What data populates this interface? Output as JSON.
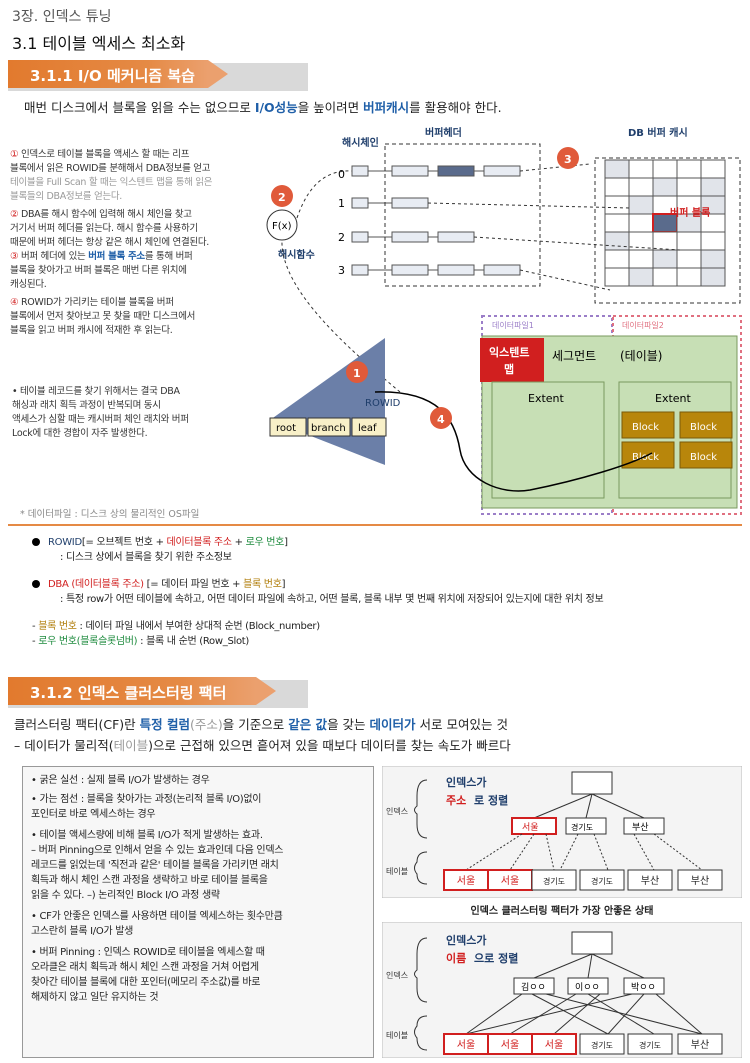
{
  "header": {
    "chapter": "3장. 인덱스 튜닝",
    "section": "3.1 테이블 엑세스 최소화"
  },
  "sec1": {
    "banner": "3.1.1 I/O 메커니즘 복습",
    "intro_a": "매번 디스크에서 블록을 읽을 수는 없으므로 ",
    "intro_b": "I/O성능",
    "intro_c": "을 높이려면 ",
    "intro_d": "버퍼캐시",
    "intro_e": "를 활용해야 한다.",
    "steps": [
      {
        "n": "①",
        "lines": [
          "인덱스로 테이블 블록을 액세스 할 때는 리프",
          "블록에서 읽은 ROWID를 분해해서 DBA정보를 얻고"
        ],
        "gray_lines": [
          "테이블을 Full Scan 할 때는 익스텐트 맵을 통해 읽은",
          "블록들의 DBA정보를 얻는다."
        ]
      },
      {
        "n": "②",
        "lines": [
          "DBA를 해시 함수에 입력해 해시 체인을 찾고",
          "거기서 버퍼 헤더를 읽는다. 해시 함수를 사용하기",
          "때문에 버퍼 헤더는 항상 같은 해시 체인에 연결된다."
        ]
      },
      {
        "n": "③",
        "pre": "버퍼 헤더에 있는 ",
        "hl": "버퍼 블록 주소",
        "post": "를 통해 버퍼",
        "lines": [
          "블록을 찾아가고 버퍼 블록은 매번 다른 위치에",
          "캐싱된다."
        ]
      },
      {
        "n": "④",
        "lines": [
          "ROWID가 가리키는 테이블 블록을 버퍼",
          "블록에서 먼저 찾아보고 못 찾을 때만 디스크에서",
          "블록을 읽고 버퍼 캐시에 적재한 후 읽는다."
        ]
      }
    ],
    "bullet": [
      "• 테이블 레코드를 찾기 위해서는 결국 DBA",
      "해싱과 래치 획득 과정이 반복되며 동시",
      "액세스가 심할 때는 캐시버퍼 체인 래치와 버퍼",
      "Lock에 대한 경합이 자주 발생한다."
    ],
    "footnote": "* 데이터파일 : 디스크 상의 물리적인 OS파일",
    "diagram": {
      "hash_chain": "해시체인",
      "buffer_header": "버퍼헤더",
      "db_buffer_cache": "DB 버퍼 캐시",
      "fx": "F(x)",
      "hash_func": "해시함수",
      "chain_nums": [
        "0",
        "1",
        "2",
        "3"
      ],
      "buffer_block": "버퍼 블록",
      "datafile1": "데이터파일1",
      "datafile2": "데이터파일2",
      "extent_map": "익스텐트\n맵",
      "segment": "세그먼트",
      "table": "(테이블)",
      "extent": "Extent",
      "block": "Block",
      "rowid": "ROWID",
      "root": "root",
      "branch": "branch",
      "leaf": "leaf",
      "badges": [
        "1",
        "2",
        "3",
        "4"
      ]
    },
    "defs": {
      "rowid_a": "ROWID",
      "rowid_b": "[= 오브젝트 번호 + ",
      "rowid_c": "데이터블록 주소",
      "rowid_d": " + ",
      "rowid_e": "로우 번호",
      "rowid_f": "]",
      "rowid_sub": ": 디스크 상에서 블록을 찾기 위한 주소정보",
      "dba_a": "DBA (데이터블록 주소)",
      "dba_b": " [= 데이터 파일 번호 + ",
      "dba_c": "블록 번호",
      "dba_d": "]",
      "dba_sub": ": 특정 row가 어떤 테이블에 속하고, 어떤 데이터 파일에 속하고, 어떤 블록, 블록 내부 몇 번째 위치에 저장되어 있는지에 대한 위치 정보",
      "blk_a": "- ",
      "blk_b": "블록 번호",
      "blk_c": " : 데이터 파일 내에서 부여한 상대적 순번 (Block_number)",
      "row_a": "- ",
      "row_b": "로우 번호(블록슬롯넘버)",
      "row_c": " : 블록 내 순번 (Row_Slot)"
    }
  },
  "sec2": {
    "banner": "3.1.2 인덱스 클러스터링 팩터",
    "line1_a": "클러스터링 팩터(CF)란 ",
    "line1_b": "특정 컬럼",
    "line1_c": "(주소)",
    "line1_d": "을 기준으로 ",
    "line1_e": "같은 값",
    "line1_f": "을 갖는 ",
    "line1_g": "데이터가",
    "line1_h": " 서로 모여있는 것",
    "line2_a": " – 데이터가 물리적(",
    "line2_b": "테이블",
    "line2_c": ")으로 근접해 있으면 흩어져 있을 때보다 데이터를 찾는 속도가 빠르다",
    "notes": [
      [
        "• 굵은 실선 : 실제 블록 I/O가 발생하는 경우"
      ],
      [
        "• 가는 점선 : 블록을 찾아가는 과정(논리적 블록 I/O)없이",
        "포인터로 바로 엑세스하는 경우"
      ],
      [
        "• 테이블 액세스량에 비해 블록 I/O가 적게 발생하는 효과.",
        "– 버퍼 Pinning으로 인해서 얻을 수 있는 효과인데 다음 인덱스",
        "레코드를 읽었는데 '직전과 같은' 테이블 블록을 가리키면 래치",
        "획득과 해시 체인 스캔 과정을 생략하고 바로 테이블 블록을",
        "읽을 수 있다.    –) 논리적인 Block I/O 과정 생략"
      ],
      [
        "• CF가 안좋은 인덱스를 사용하면 테이블 엑세스하는 횟수만큼",
        "고스란히 블록 I/O가 발생"
      ],
      [
        "• 버퍼 Pinning : 인덱스 ROWID로 테이블을 엑세스할 때",
        "오라클은 래치 획득과 해시 체인 스캔 과정을 거쳐 어렵게",
        "찾아간 테이블 블록에 대한 포인터(메모리 주소값)를 바로",
        "해제하지 않고 일단 유지하는 것"
      ]
    ],
    "fig1": {
      "title_a": "인덱스가",
      "title_b": "주소",
      "title_c": "로 정렬",
      "index_label": "인덱스",
      "table_label": "테이블",
      "mid": [
        "서울",
        "경기도",
        "부산"
      ],
      "leaves": [
        "서울",
        "서울",
        "경기도",
        "경기도",
        "부산",
        "부산"
      ]
    },
    "fig2_caption": "인덱스 클러스터링 팩터가 가장 안좋은 상태",
    "fig2": {
      "title_a": "인덱스가",
      "title_b": "이름",
      "title_c": "으로 정렬",
      "index_label": "인덱스",
      "table_label": "테이블",
      "mid": [
        "김ㅇㅇ",
        "이ㅇㅇ",
        "박ㅇㅇ"
      ],
      "leaves": [
        "서울",
        "서울",
        "서울",
        "경기도",
        "경기도",
        "부산"
      ]
    }
  }
}
